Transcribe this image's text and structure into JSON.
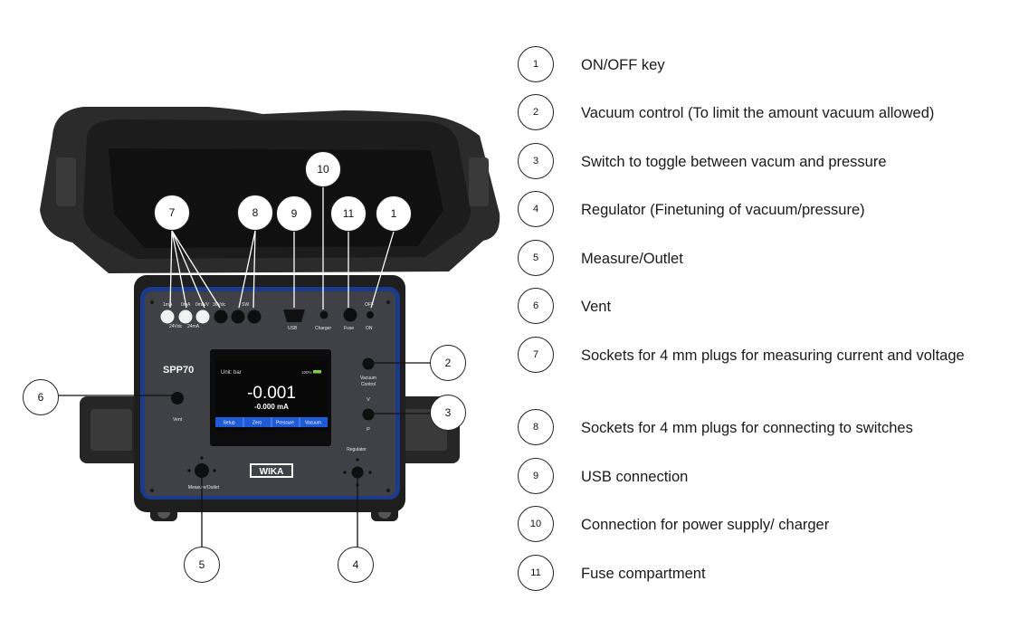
{
  "device": {
    "model": "SPP70",
    "brand": "WIKA",
    "top_labels": {
      "socket_a": "1mA",
      "socket_b": "0mA",
      "socket_c": "0mA/V",
      "socket_d": "30Vdc",
      "sw": "SW",
      "off": "OFF",
      "v24_a": "24Vdc",
      "v24_b": "24mA",
      "usb": "USB",
      "charger": "Charger",
      "fuse": "Fuse",
      "on": "ON"
    },
    "panel_labels": {
      "vacuum_control": [
        "Vacuum",
        "Control"
      ],
      "v": "V",
      "p": "P",
      "regulator": "Regulator",
      "vent": "Vent",
      "measure_outlet": "Measure/Outlet"
    },
    "screen": {
      "unit": "Unit: bar",
      "battery": "100%",
      "main_value": "-0.001",
      "sub_value": "-0.000 mA",
      "softkeys": [
        "Setup",
        "Zero",
        "Pressure",
        "Vacuum"
      ]
    }
  },
  "callouts": [
    "7",
    "8",
    "9",
    "10",
    "11",
    "1",
    "2",
    "3",
    "4",
    "5",
    "6"
  ],
  "legend": [
    {
      "num": "1",
      "text": "ON/OFF key"
    },
    {
      "num": "2",
      "text": "Vacuum control (To limit the amount vacuum allowed)"
    },
    {
      "num": "3",
      "text": "Switch to toggle between vacum and pressure"
    },
    {
      "num": "4",
      "text": "Regulator (Finetuning of vacuum/pressure)"
    },
    {
      "num": "5",
      "text": "Measure/Outlet"
    },
    {
      "num": "6",
      "text": "Vent"
    },
    {
      "num": "7",
      "text": "Sockets for 4 mm plugs for measuring current and voltage"
    },
    {
      "num": "8",
      "text": "Sockets for 4 mm plugs for connecting to switches"
    },
    {
      "num": "9",
      "text": "USB connection"
    },
    {
      "num": "10",
      "text": "Connection for power supply/ charger"
    },
    {
      "num": "11",
      "text": "Fuse compartment"
    }
  ]
}
